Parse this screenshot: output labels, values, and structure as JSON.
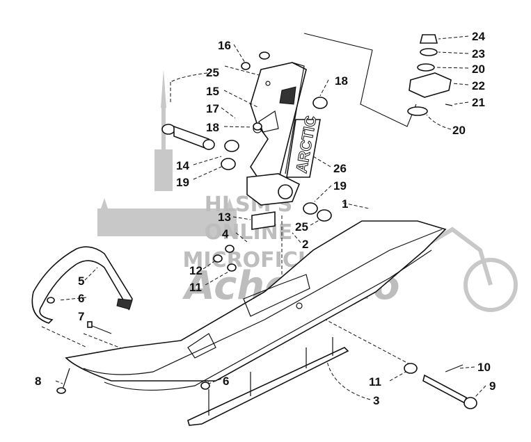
{
  "watermark": {
    "line1": "HLSM'S",
    "line2": "ONLINE",
    "line3": "MICROFICHE",
    "logo": "AcheSimo"
  },
  "decal_text": "ARCTIC",
  "callouts": [
    {
      "id": "c1",
      "label": "1"
    },
    {
      "id": "c2",
      "label": "2"
    },
    {
      "id": "c3",
      "label": "3"
    },
    {
      "id": "c4",
      "label": "4"
    },
    {
      "id": "c5",
      "label": "5"
    },
    {
      "id": "c6a",
      "label": "6"
    },
    {
      "id": "c6b",
      "label": "6"
    },
    {
      "id": "c7",
      "label": "7"
    },
    {
      "id": "c8",
      "label": "8"
    },
    {
      "id": "c9",
      "label": "9"
    },
    {
      "id": "c10",
      "label": "10"
    },
    {
      "id": "c11a",
      "label": "11"
    },
    {
      "id": "c11b",
      "label": "11"
    },
    {
      "id": "c12",
      "label": "12"
    },
    {
      "id": "c13",
      "label": "13"
    },
    {
      "id": "c14",
      "label": "14"
    },
    {
      "id": "c15",
      "label": "15"
    },
    {
      "id": "c16",
      "label": "16"
    },
    {
      "id": "c17",
      "label": "17"
    },
    {
      "id": "c18a",
      "label": "18"
    },
    {
      "id": "c18b",
      "label": "18"
    },
    {
      "id": "c19a",
      "label": "19"
    },
    {
      "id": "c19b",
      "label": "19"
    },
    {
      "id": "c20a",
      "label": "20"
    },
    {
      "id": "c20b",
      "label": "20"
    },
    {
      "id": "c21",
      "label": "21"
    },
    {
      "id": "c22",
      "label": "22"
    },
    {
      "id": "c23",
      "label": "23"
    },
    {
      "id": "c24",
      "label": "24"
    },
    {
      "id": "c25a",
      "label": "25"
    },
    {
      "id": "c25b",
      "label": "25"
    },
    {
      "id": "c26",
      "label": "26"
    }
  ]
}
